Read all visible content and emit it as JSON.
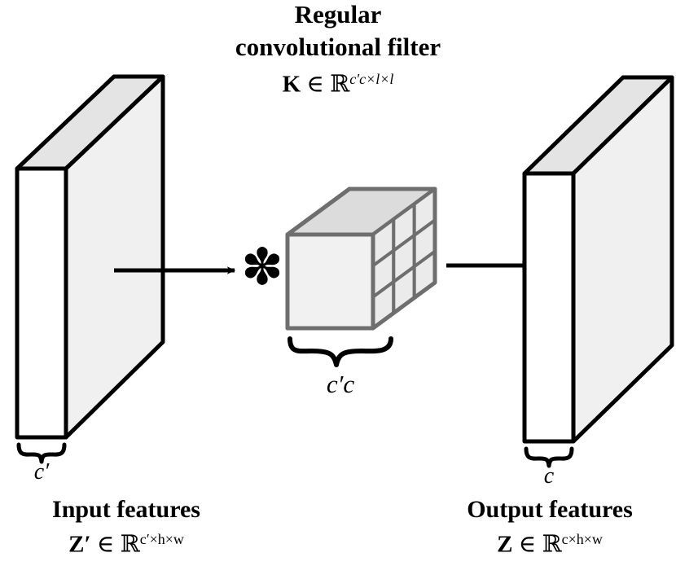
{
  "figure": {
    "kind": "regular-convolution-diagram",
    "background_color": "#ffffff",
    "stroke_color": "#000000",
    "kernel_stroke_color": "#6e6e6e",
    "face_front_color": "#f0f0f0",
    "face_top_color": "#e3e3e3",
    "face_side_color": "#ffffff"
  },
  "title": {
    "line1": "Regular",
    "line2": "convolutional filter"
  },
  "kernel_formula": {
    "symbol": "K",
    "relation": "∈",
    "set": "ℝ",
    "exponent_c_prime": "c′",
    "exponent_rest": "c×l×l",
    "plain": "K ∈ ℝ^{c′c×l×l}"
  },
  "left_block": {
    "name": "input-feature-tensor",
    "brace_label": "c′",
    "caption_title": "Input features",
    "caption_symbol": "Z′",
    "caption_relation": "∈",
    "caption_set": "ℝ",
    "caption_exponent": "c′×h×w",
    "caption_plain": "Z′ ∈ ℝ^{c′×h×w}"
  },
  "right_block": {
    "name": "output-feature-tensor",
    "brace_label": "c",
    "caption_title": "Output features",
    "caption_symbol": "Z",
    "caption_relation": "∈",
    "caption_set": "ℝ",
    "caption_exponent": "c×h×w",
    "caption_plain": "Z ∈ ℝ^{c×h×w}"
  },
  "kernel_block": {
    "name": "convolution-kernel-cube",
    "brace_label": "c′c",
    "grid_rows": 3,
    "grid_cols": 3
  },
  "operators": {
    "convolution_symbol": "✽",
    "left_arrow": "arrow-right",
    "right_arrow": "arrow-right"
  }
}
